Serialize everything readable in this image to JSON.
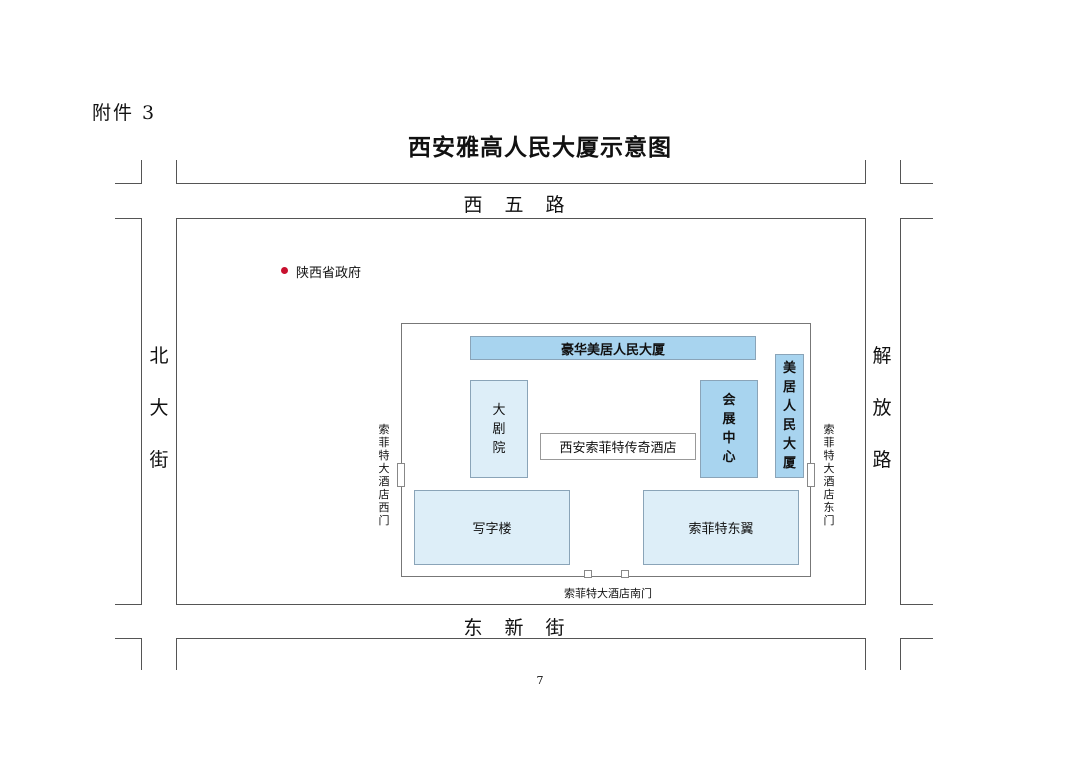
{
  "header": {
    "attachment": "附件 3",
    "title": "西安雅高人民大厦示意图"
  },
  "roads": {
    "north": "西五路",
    "south": "东新街",
    "west": "北大街",
    "east": "解放路"
  },
  "landmark": {
    "label": "陕西省政府",
    "color": "#c8102e"
  },
  "buildings": {
    "top": "豪华美居人民大厦",
    "theater": "大剧院",
    "hotel": "西安索菲特传奇酒店",
    "convention": "会展中心",
    "mercure": "美居人民大厦",
    "office": "写字楼",
    "east_wing": "索菲特东翼"
  },
  "gates": {
    "west": "索菲特大酒店西门",
    "east": "索菲特大酒店东门",
    "south": "索菲特大酒店南门"
  },
  "colors": {
    "building_dark": "#a8d4ef",
    "building_light": "#ddeef8",
    "road_line": "#555555"
  },
  "footer": {
    "page_number": "7"
  }
}
